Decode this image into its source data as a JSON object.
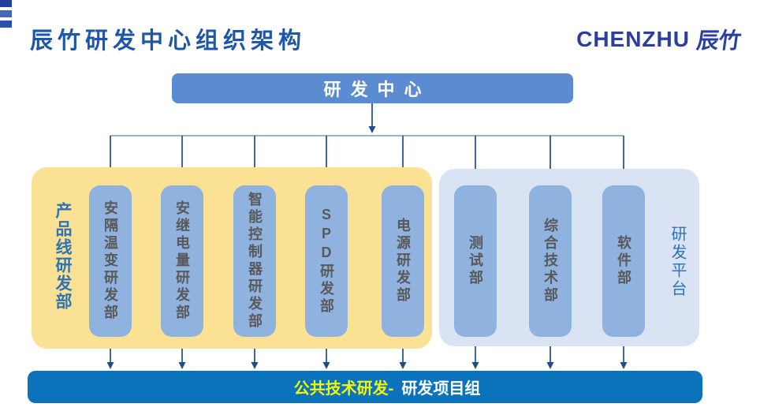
{
  "header": {
    "title": "辰竹研发中心组织架构",
    "logo": {
      "en": "CHENZHU",
      "cn": "辰竹"
    },
    "left_icon": "three-horizontal-bars-icon"
  },
  "root_label": "研发中心",
  "product_line_group": {
    "label": "产品线研发部",
    "departments": [
      "安隔温变研发部",
      "安继电量研发部",
      "智能控制器研发部",
      "SPD研发部",
      "电源研发部"
    ]
  },
  "platform_group": {
    "label": "研发平台",
    "departments": [
      "测试部",
      "综合技术部",
      "软件部"
    ]
  },
  "bottom_bar": {
    "highlight": "公共技术研发-",
    "label": "研发项目组"
  },
  "colors": {
    "accent_blue": "#1E56A8",
    "logo_blue": "#2B3F9E",
    "root_box": "#5B8BD0",
    "dept_box": "#8FB2DF",
    "dept_text": "#595959",
    "label_blue": "#2E74B5",
    "panel_yellow": "#FAE194",
    "panel_blue": "#D9E3F4",
    "bottom_bar": "#0B73BB",
    "highlight_yellow": "#F2F50A",
    "connector": "#1D4E8A"
  }
}
